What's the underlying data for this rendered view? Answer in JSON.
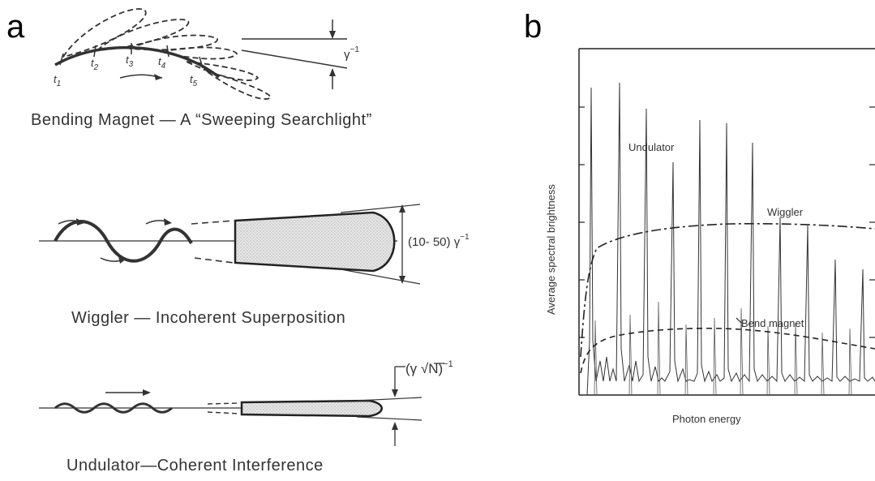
{
  "panel_a": {
    "label": "a",
    "bending": {
      "times": [
        "t",
        "t",
        "t",
        "t",
        "t"
      ],
      "subs": [
        "1",
        "2",
        "3",
        "4",
        "5"
      ],
      "gamma": "γ",
      "gamma_exp": "−1",
      "caption": "Bending Magnet — A “Sweeping Searchlight”"
    },
    "wiggler": {
      "angle_label": "(10- 50) γ",
      "angle_exp": "−1",
      "caption": "Wiggler — Incoherent Superposition"
    },
    "undulator": {
      "angle_label": "(γ √N)",
      "angle_exp": "−1",
      "caption": "Undulator—Coherent Interference"
    }
  },
  "panel_b": {
    "label": "b",
    "ylabel": "Average spectral brightness",
    "xlabel": "Photon energy",
    "series_labels": {
      "undulator": "Undulator",
      "wiggler": "Wiggler",
      "bend": "Bend magnet"
    }
  }
}
